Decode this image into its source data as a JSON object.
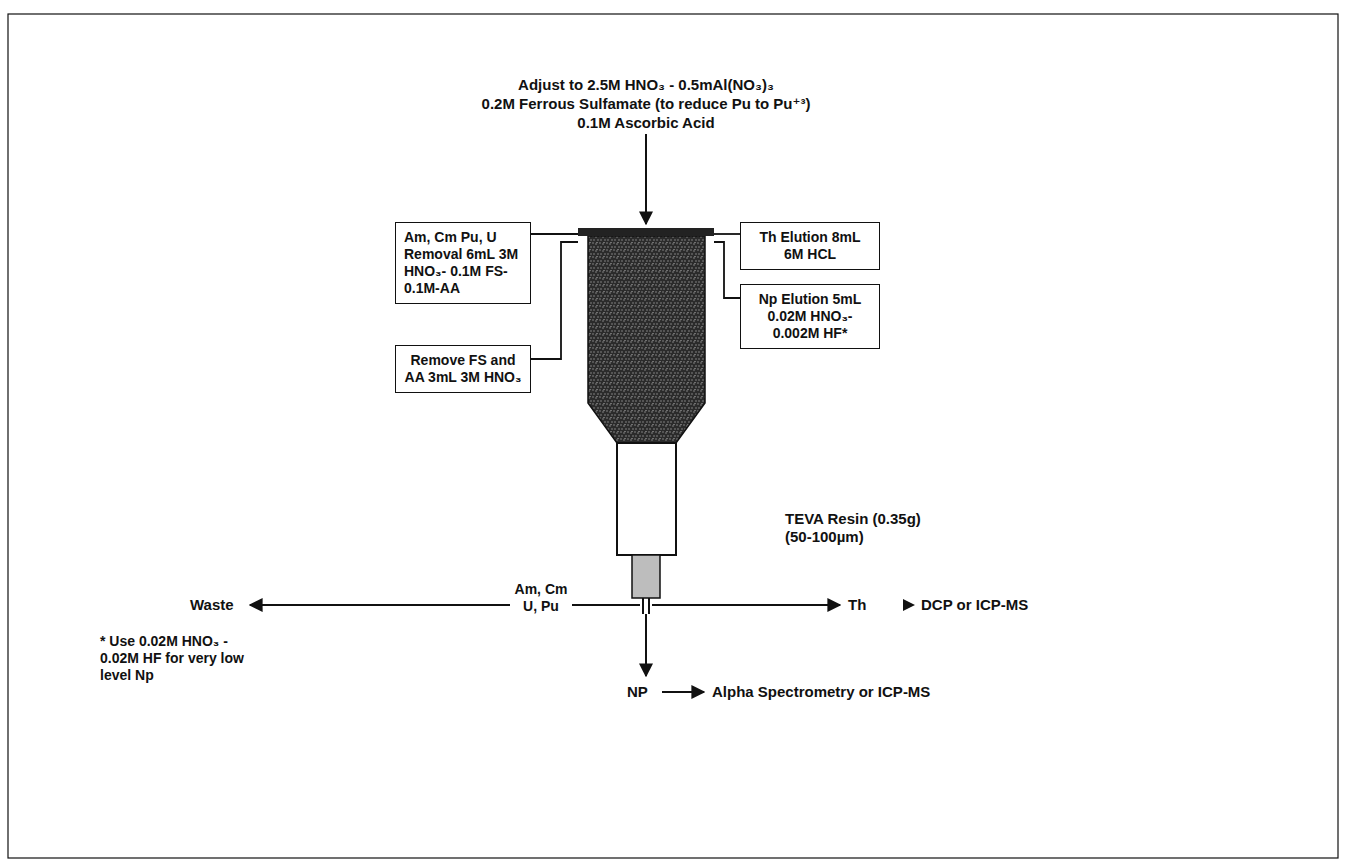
{
  "diagram": {
    "nodes": [
      {
        "text": [
          "Am, Cm Pu, U Removal 6mL 3M HNO₃- 0.1M FS- 0.1M-AA"
        ]
      },
      {
        "text": [
          "Remove FS and AA 3mL 3M HNO₃"
        ]
      },
      {
        "text": [
          "Th Elution 8mL 6M HCL"
        ]
      },
      {
        "text": [
          "Np Elution 5mL 0.02M HNO₃- 0.002M HF*"
        ]
      },
      {
        "text": [
          "TEVA Resin (0.35g) (50-100µm)"
        ]
      }
    ],
    "edges": [
      {
        "from": 0,
        "to": 4,
        "arrow": "none"
      },
      {
        "from": 1,
        "to": 4,
        "arrow": "none"
      },
      {
        "from": 2,
        "to": 4,
        "arrow": "none"
      },
      {
        "from": 3,
        "to": 4,
        "arrow": "none"
      }
    ],
    "labels": [
      "Adjust to 2.5M HNO₃ - 0.5mAl(NO₃)₃",
      "0.2M Ferrous Sulfamate (to reduce Pu to Pu⁺³)",
      "0.1M Ascorbic Acid",
      "Am, Cm U, Pu",
      "Waste",
      "Th",
      "DCP or ICP-MS",
      "NP",
      "Alpha Spectrometry or ICP-MS",
      "* Use 0.02M HNO₃ - 0.02M HF for very low level Np"
    ]
  }
}
